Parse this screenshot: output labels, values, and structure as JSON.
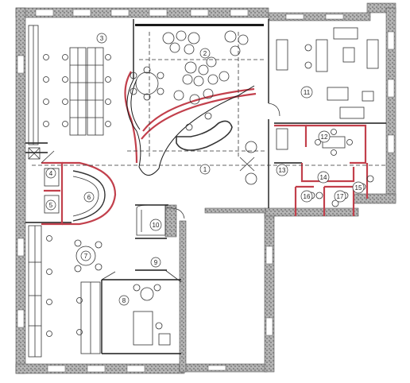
{
  "colors": {
    "wall": "#a9a9a9",
    "wall_hatch": "#6e6e6e",
    "line": "#1a1a1a",
    "red": "#c2404c",
    "furniture": "#333333"
  },
  "rooms": [
    {
      "id": "1",
      "label": "1"
    },
    {
      "id": "2",
      "label": "2"
    },
    {
      "id": "3",
      "label": "3"
    },
    {
      "id": "4",
      "label": "4"
    },
    {
      "id": "5",
      "label": "5"
    },
    {
      "id": "6",
      "label": "6"
    },
    {
      "id": "7",
      "label": "7"
    },
    {
      "id": "8",
      "label": "8"
    },
    {
      "id": "9",
      "label": "9"
    },
    {
      "id": "10",
      "label": "10"
    },
    {
      "id": "11",
      "label": "11"
    },
    {
      "id": "12",
      "label": "12"
    },
    {
      "id": "13",
      "label": "13"
    },
    {
      "id": "14",
      "label": "14"
    },
    {
      "id": "15",
      "label": "15"
    },
    {
      "id": "16",
      "label": "16"
    },
    {
      "id": "17",
      "label": "17"
    }
  ]
}
